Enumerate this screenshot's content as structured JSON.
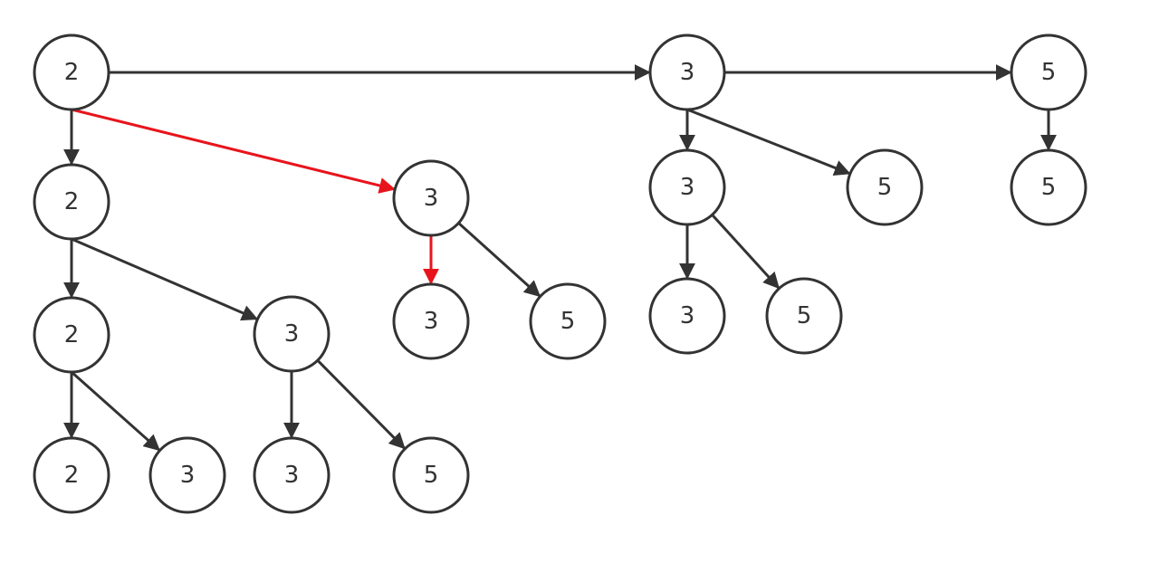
{
  "diagram": {
    "colors": {
      "node_stroke": "#333333",
      "node_fill": "#ffffff",
      "edge_normal": "#333333",
      "edge_highlight": "#e8141c",
      "text": "#333333"
    },
    "nodes": [
      {
        "id": "n1",
        "label": "2"
      },
      {
        "id": "n2",
        "label": "3"
      },
      {
        "id": "n3",
        "label": "5"
      },
      {
        "id": "n4",
        "label": "2"
      },
      {
        "id": "n5",
        "label": "3"
      },
      {
        "id": "n6",
        "label": "3"
      },
      {
        "id": "n7",
        "label": "5"
      },
      {
        "id": "n8",
        "label": "5"
      },
      {
        "id": "n9",
        "label": "2"
      },
      {
        "id": "n10",
        "label": "3"
      },
      {
        "id": "n11",
        "label": "3"
      },
      {
        "id": "n12",
        "label": "5"
      },
      {
        "id": "n13",
        "label": "3"
      },
      {
        "id": "n14",
        "label": "5"
      },
      {
        "id": "n15",
        "label": "2"
      },
      {
        "id": "n16",
        "label": "3"
      },
      {
        "id": "n17",
        "label": "3"
      },
      {
        "id": "n18",
        "label": "5"
      }
    ],
    "edges": [
      {
        "from": "n1",
        "to": "n2",
        "highlight": false
      },
      {
        "from": "n2",
        "to": "n3",
        "highlight": false
      },
      {
        "from": "n1",
        "to": "n4",
        "highlight": false
      },
      {
        "from": "n1",
        "to": "n5",
        "highlight": true
      },
      {
        "from": "n2",
        "to": "n6",
        "highlight": false
      },
      {
        "from": "n2",
        "to": "n7",
        "highlight": false
      },
      {
        "from": "n3",
        "to": "n8",
        "highlight": false
      },
      {
        "from": "n4",
        "to": "n9",
        "highlight": false
      },
      {
        "from": "n4",
        "to": "n10",
        "highlight": false
      },
      {
        "from": "n5",
        "to": "n11",
        "highlight": true
      },
      {
        "from": "n5",
        "to": "n12",
        "highlight": false
      },
      {
        "from": "n6",
        "to": "n13",
        "highlight": false
      },
      {
        "from": "n6",
        "to": "n14",
        "highlight": false
      },
      {
        "from": "n9",
        "to": "n15",
        "highlight": false
      },
      {
        "from": "n9",
        "to": "n16",
        "highlight": false
      },
      {
        "from": "n10",
        "to": "n17",
        "highlight": false
      },
      {
        "from": "n10",
        "to": "n18",
        "highlight": false
      }
    ]
  }
}
